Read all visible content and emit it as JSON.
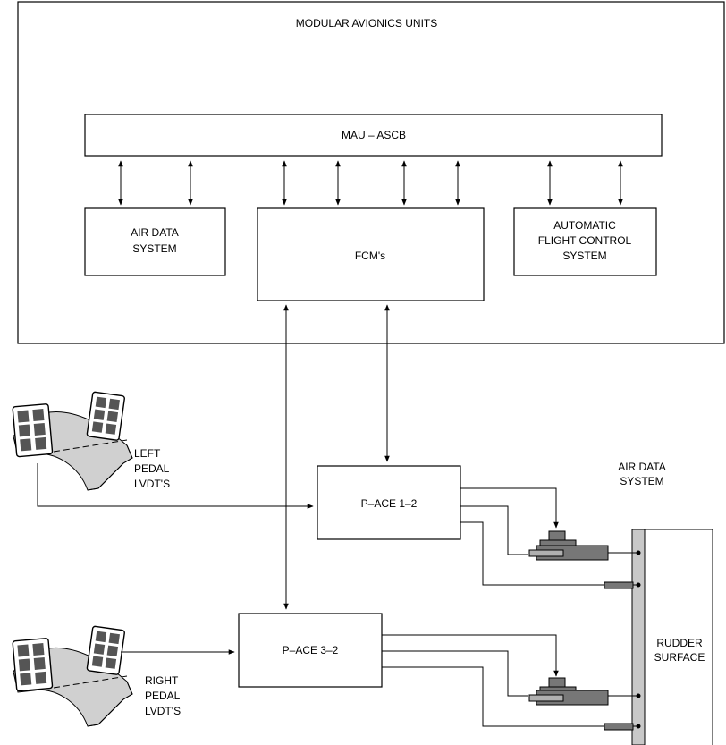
{
  "diagram": {
    "mau_title": "MODULAR AVIONICS UNITS",
    "ascb": "MAU – ASCB",
    "air_data_box": [
      "AIR DATA",
      "SYSTEM"
    ],
    "fcm": "FCM's",
    "afcs": [
      "AUTOMATIC",
      "FLIGHT CONTROL",
      "SYSTEM"
    ],
    "pace1": "P–ACE 1–2",
    "pace3": "P–ACE 3–2",
    "left_pedal": [
      "LEFT",
      "PEDAL",
      "LVDT'S"
    ],
    "right_pedal": [
      "RIGHT",
      "PEDAL",
      "LVDT'S"
    ],
    "air_data_label": [
      "AIR DATA",
      "SYSTEM"
    ],
    "rudder": [
      "RUDDER",
      "SURFACE"
    ]
  }
}
